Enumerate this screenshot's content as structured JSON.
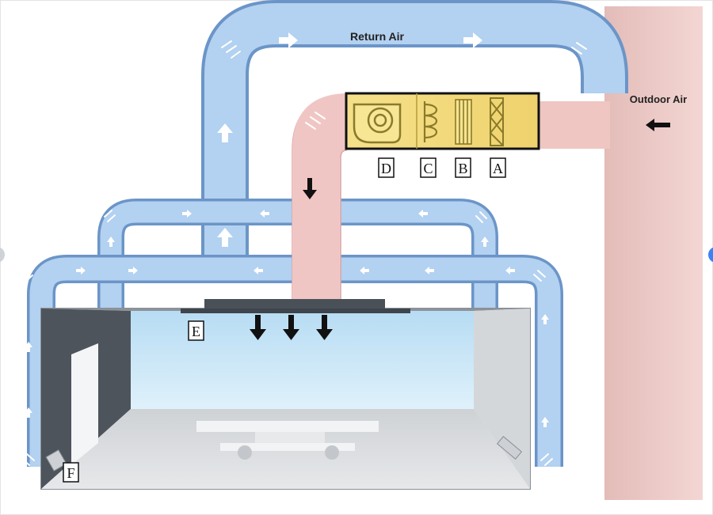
{
  "labels": {
    "return_air": "Return Air",
    "outdoor_air": "Outdoor Air"
  },
  "components": {
    "a": "A",
    "b": "B",
    "c": "C",
    "d": "D",
    "e": "E",
    "f": "F"
  },
  "colors": {
    "return_duct": "#a9c9ec",
    "return_duct_edge": "#6b95c8",
    "supply_duct": "#f2cccb",
    "outdoor_wall": "#ecc9c6",
    "air_handler": "#f3dc7e",
    "room_ceiling": "#c9e6f7",
    "room_floor": "#d6d8da",
    "arrow_dark": "#111111",
    "arrow_light": "#ffffff"
  },
  "icons": {
    "fan": "fan-icon",
    "coil": "coil-icon",
    "filter": "filter-icon",
    "damper": "damper-icon"
  }
}
